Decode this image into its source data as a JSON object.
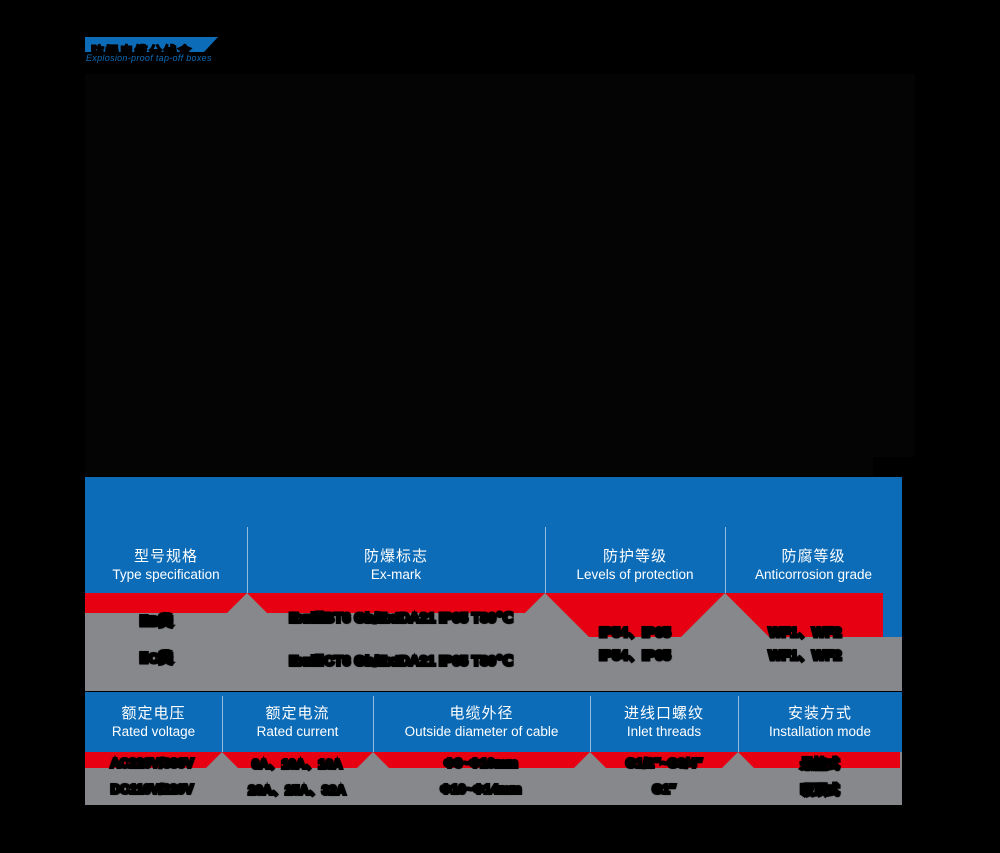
{
  "banner": {
    "title": "防爆电缆分线盒",
    "subtitle": "Explosion-proof tap-off boxes"
  },
  "colors": {
    "blue": "#0c6cb8",
    "red": "#e60012",
    "gray": "#86888b",
    "header_text": "#ffffff",
    "value_text": "#000000",
    "background": "#000000"
  },
  "table1": {
    "headers": [
      {
        "cn": "型号规格",
        "en": "Type specification"
      },
      {
        "cn": "防爆标志",
        "en": "Ex-mark"
      },
      {
        "cn": "防护等级",
        "en": "Levels of protection"
      },
      {
        "cn": "防腐等级",
        "en": "Anticorrosion grade"
      }
    ],
    "rows": [
      [
        "ⅡB类",
        "ExdⅡBT6 Gb/ExtDA21 IP65 T80℃",
        "IP54、IP65",
        "WF1、WF2"
      ],
      [
        "ⅡC类",
        "ExdⅡCT6 Gb/ExtDA21 IP65 T80℃",
        "IP54、IP65",
        "WF1、WF2"
      ]
    ]
  },
  "table2": {
    "headers": [
      {
        "cn": "额定电压",
        "en": "Rated voltage"
      },
      {
        "cn": "额定电流",
        "en": "Rated current"
      },
      {
        "cn": "电缆外径",
        "en": "Outside diameter of cable"
      },
      {
        "cn": "进线口螺纹",
        "en": "Inlet threads"
      },
      {
        "cn": "安装方式",
        "en": "Installation mode"
      }
    ],
    "rows": [
      [
        "AC220V/380V",
        "6A、10A、16A",
        "Φ8~Φ10mm",
        "G1/2″~G3/4″",
        "悬挂式"
      ],
      [
        "DC110V/220V",
        "20A、25A、32A",
        "Φ10~Φ14mm",
        "G1″",
        "吸顶式"
      ]
    ]
  }
}
